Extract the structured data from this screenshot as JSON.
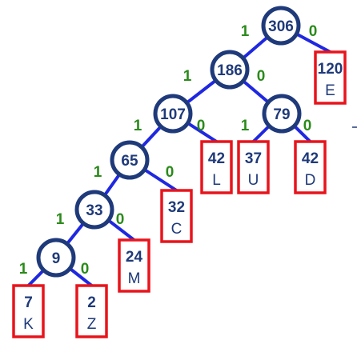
{
  "tree": {
    "internal_nodes": [
      {
        "id": "n306",
        "weight": "306"
      },
      {
        "id": "n186",
        "weight": "186"
      },
      {
        "id": "n107",
        "weight": "107"
      },
      {
        "id": "n79",
        "weight": "79"
      },
      {
        "id": "n65",
        "weight": "65"
      },
      {
        "id": "n33",
        "weight": "33"
      },
      {
        "id": "n9",
        "weight": "9"
      }
    ],
    "leaves": [
      {
        "id": "leafE",
        "count": "120",
        "symbol": "E"
      },
      {
        "id": "leafL",
        "count": "42",
        "symbol": "L"
      },
      {
        "id": "leafU",
        "count": "37",
        "symbol": "U"
      },
      {
        "id": "leafD",
        "count": "42",
        "symbol": "D"
      },
      {
        "id": "leafC",
        "count": "32",
        "symbol": "C"
      },
      {
        "id": "leafM",
        "count": "24",
        "symbol": "M"
      },
      {
        "id": "leafK",
        "count": "7",
        "symbol": "K"
      },
      {
        "id": "leafZ",
        "count": "2",
        "symbol": "Z"
      }
    ],
    "edges": [
      {
        "from": "n306",
        "to": "n186",
        "bit": "1"
      },
      {
        "from": "n306",
        "to": "leafE",
        "bit": "0"
      },
      {
        "from": "n186",
        "to": "n107",
        "bit": "1"
      },
      {
        "from": "n186",
        "to": "n79",
        "bit": "0"
      },
      {
        "from": "n107",
        "to": "n65",
        "bit": "1"
      },
      {
        "from": "n107",
        "to": "leafL",
        "bit": "0"
      },
      {
        "from": "n79",
        "to": "leafU",
        "bit": "1"
      },
      {
        "from": "n79",
        "to": "leafD",
        "bit": "0"
      },
      {
        "from": "n65",
        "to": "n33",
        "bit": "1"
      },
      {
        "from": "n65",
        "to": "leafC",
        "bit": "0"
      },
      {
        "from": "n33",
        "to": "n9",
        "bit": "1"
      },
      {
        "from": "n33",
        "to": "leafM",
        "bit": "0"
      },
      {
        "from": "n9",
        "to": "leafK",
        "bit": "1"
      },
      {
        "from": "n9",
        "to": "leafZ",
        "bit": "0"
      }
    ]
  },
  "colors": {
    "node_stroke": "#1f3a7a",
    "edge": "#1f28e0",
    "bit_label": "#2a8a1a",
    "leaf_border": "#e8141c",
    "text": "#1f3a7a"
  }
}
